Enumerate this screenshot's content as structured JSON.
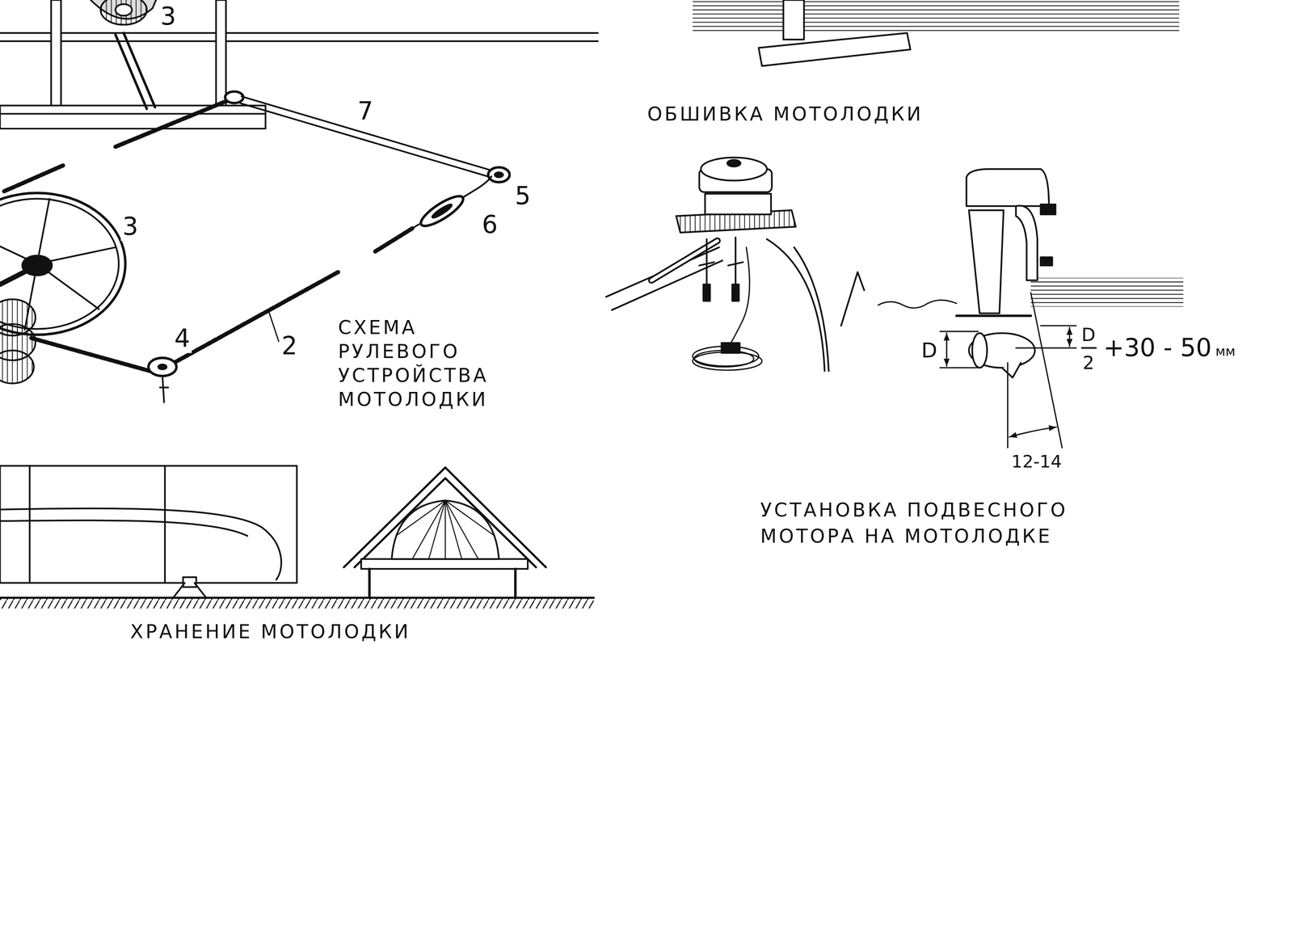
{
  "diagram": {
    "labels": [
      "3",
      "7",
      "5",
      "3",
      "6",
      "4",
      "2",
      "СХЕМА РУЛЕВОГО УСТРОЙСТВА МОТОЛОДКИ",
      "ОБШИВКА МОТОЛОДКИ",
      "ХРАНЕНИЕ МОТОЛОДКИ",
      "УСТАНОВКА ПОДВЕСНОГО МОТОРА НА МОТОЛОДКЕ",
      "D",
      "D",
      "2",
      "+30 - 50",
      "мм",
      "12-14"
    ]
  }
}
